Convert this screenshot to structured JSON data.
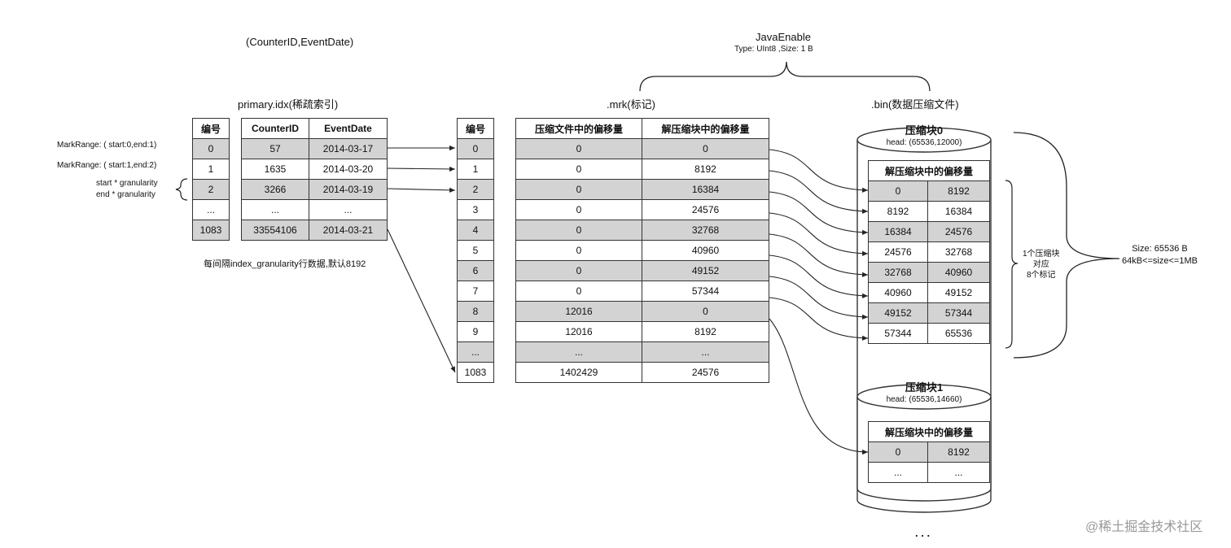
{
  "title_key": "(CounterID,EventDate)",
  "javaenable": {
    "name": "JavaEnable",
    "type_line": "Type: UInt8 ,Size: 1 B"
  },
  "primary": {
    "label": "primary.idx(稀疏索引)",
    "headers": [
      "编号",
      "CounterID",
      "EventDate"
    ],
    "rows": [
      [
        "0",
        "57",
        "2014-03-17"
      ],
      [
        "1",
        "1635",
        "2014-03-20"
      ],
      [
        "2",
        "3266",
        "2014-03-19"
      ],
      [
        "...",
        "...",
        "..."
      ],
      [
        "1083",
        "33554106",
        "2014-03-21"
      ]
    ],
    "note": "每间隔index_granularity行数据,默认8192"
  },
  "mark_range": {
    "r0": "MarkRange: ( start:0,end:1)",
    "r1": "MarkRange: ( start:1,end:2)",
    "g1": "start * granularity",
    "g2": "end  * granularity"
  },
  "mrk": {
    "label": ".mrk(标记)",
    "headers": [
      "编号",
      "压缩文件中的偏移量",
      "解压缩块中的偏移量"
    ],
    "rows": [
      [
        "0",
        "0",
        "0"
      ],
      [
        "1",
        "0",
        "8192"
      ],
      [
        "2",
        "0",
        "16384"
      ],
      [
        "3",
        "0",
        "24576"
      ],
      [
        "4",
        "0",
        "32768"
      ],
      [
        "5",
        "0",
        "40960"
      ],
      [
        "6",
        "0",
        "49152"
      ],
      [
        "7",
        "0",
        "57344"
      ],
      [
        "8",
        "12016",
        "0"
      ],
      [
        "9",
        "12016",
        "8192"
      ],
      [
        "...",
        "...",
        "..."
      ],
      [
        "1083",
        "1402429",
        "24576"
      ]
    ]
  },
  "bin": {
    "label": ".bin(数据压缩文件)",
    "block0": {
      "title": "压缩块0",
      "head": "head: (65536,12000)",
      "table_header": "解压缩块中的偏移量",
      "rows": [
        [
          "0",
          "8192"
        ],
        [
          "8192",
          "16384"
        ],
        [
          "16384",
          "24576"
        ],
        [
          "24576",
          "32768"
        ],
        [
          "32768",
          "40960"
        ],
        [
          "40960",
          "49152"
        ],
        [
          "49152",
          "57344"
        ],
        [
          "57344",
          "65536"
        ]
      ]
    },
    "block1": {
      "title": "压缩块1",
      "head": "head: (65536,14660)",
      "table_header": "解压缩块中的偏移量",
      "rows": [
        [
          "0",
          "8192"
        ],
        [
          "...",
          "..."
        ]
      ]
    },
    "block_note": [
      "1个压缩块",
      "对应",
      "8个标记"
    ],
    "size_note": [
      "Size: 65536 B",
      "64kB<=size<=1MB"
    ],
    "more": ". . ."
  },
  "watermark": "@稀土掘金技术社区"
}
